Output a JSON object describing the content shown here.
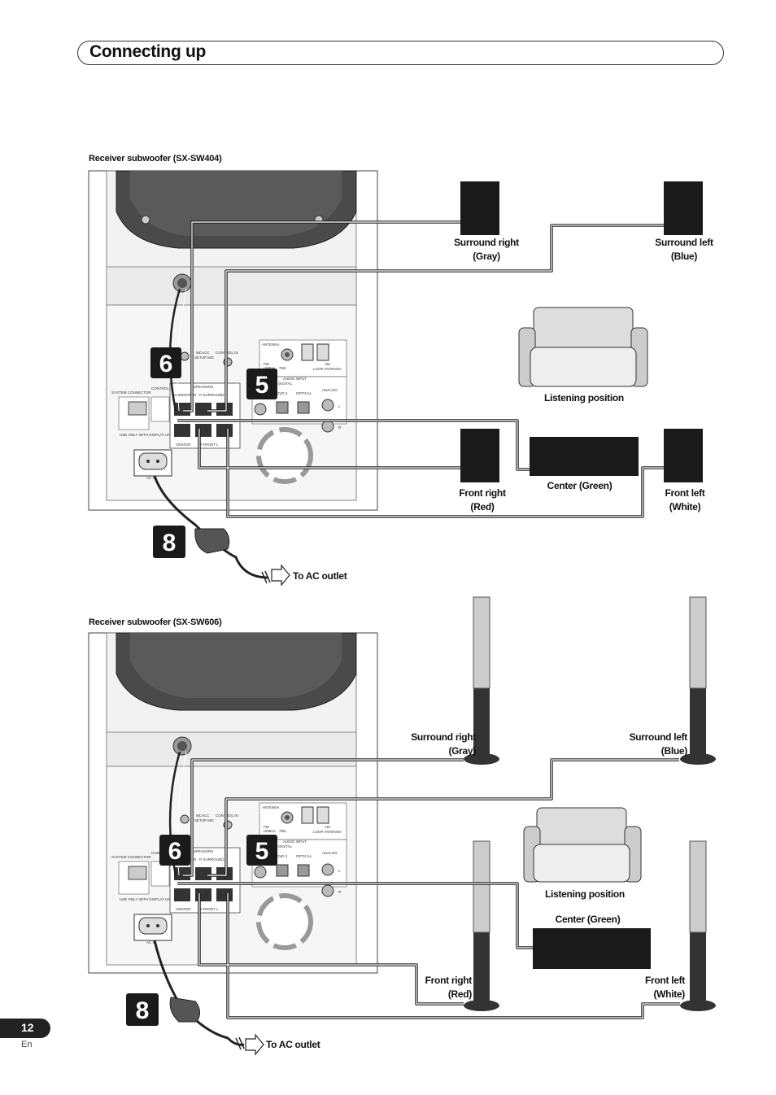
{
  "header": {
    "title": "Connecting up"
  },
  "sections": [
    {
      "caption": "Receiver subwoofer (SX-SW404)",
      "steps": {
        "six": "6",
        "five": "5",
        "eight": "8"
      },
      "labels": {
        "surround_right": "Surround right",
        "surround_right_color": "(Gray)",
        "surround_left": "Surround left",
        "surround_left_color": "(Blue)",
        "listening_position": "Listening position",
        "front_right": "Front right",
        "front_right_color": "(Red)",
        "center": "Center (Green)",
        "front_left": "Front left",
        "front_left_color": "(White)",
        "ac_outlet": "To AC outlet"
      },
      "panel": {
        "antenna": "ANTENNA",
        "fm": "FM",
        "unbal": "UNBAL",
        "ohm": "75Ω",
        "loop_antenna": "LOOP ANTENNA",
        "am": "AM",
        "audio_input": "AUDIO   INPUT",
        "digital": "DIGITAL",
        "dvd2": "DVD 2",
        "optical": "OPTICAL",
        "analog": "ANALOG",
        "l": "L",
        "r": "R",
        "mcacc": "MCACC",
        "setup_mic": "SETUP MIC",
        "control_in": "CONTROL IN",
        "control_out": "CONTROL OUT",
        "system_connector": "SYSTEM CONNECTOR",
        "use_only": "USE ONLY WITH DISPLAY UNIT",
        "speakers": "SPEAKERS",
        "subwoofer": "SUBWOOFER",
        "surround": "R  SURROUND  L",
        "center": "CENTER",
        "front": "R  FRONT  L",
        "ac_in": "AC IN"
      }
    },
    {
      "caption": "Receiver subwoofer (SX-SW606)",
      "steps": {
        "six": "6",
        "five": "5",
        "eight": "8"
      },
      "labels": {
        "surround_right": "Surround right",
        "surround_right_color": "(Gray)",
        "surround_left": "Surround left",
        "surround_left_color": "(Blue)",
        "listening_position": "Listening position",
        "center": "Center (Green)",
        "front_right": "Front right",
        "front_right_color": "(Red)",
        "front_left": "Front left",
        "front_left_color": "(White)",
        "ac_outlet": "To AC outlet"
      },
      "panel": {
        "antenna": "ANTENNA",
        "fm": "FM",
        "unbal": "UNBAL",
        "ohm": "75Ω",
        "loop_antenna": "LOOP ANTENNA",
        "am": "AM",
        "audio_input": "AUDIO   INPUT",
        "digital": "DIGITAL",
        "dvd2": "DVD 2",
        "optical": "OPTICAL",
        "analog": "ANALOG",
        "l": "L",
        "r": "R",
        "mcacc": "MCACC",
        "setup_mic": "SETUP MIC",
        "control_in": "CONTROL IN",
        "control_out": "CONTROL OUT",
        "system_connector": "SYSTEM CONNECTOR",
        "use_only": "USE ONLY WITH DISPLAY UNIT",
        "speakers": "SPEAKERS",
        "subwoofer": "SUBWOOFER",
        "surround": "R  SURROUND  L",
        "center": "CENTER",
        "front": "R  FRONT  L",
        "ac_in": "AC IN"
      }
    }
  ],
  "footer": {
    "page_number": "12",
    "language": "En"
  },
  "colors": {
    "cable": "#222222",
    "speaker": "#1a1a1a",
    "panel": "#f0f0f0",
    "badge": "#1a1a1a"
  }
}
